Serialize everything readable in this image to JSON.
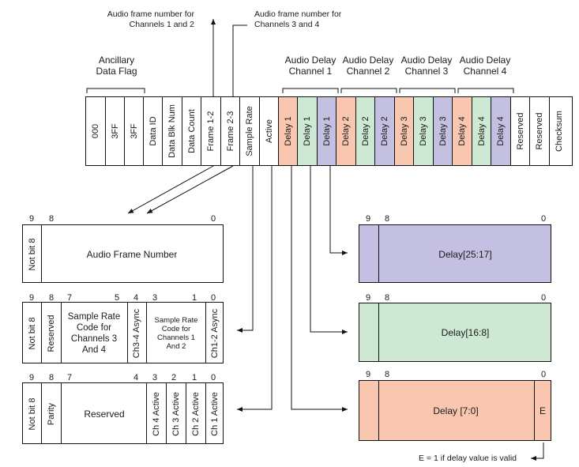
{
  "top_notes": {
    "frame_12": "Audio frame number for\nChannels 1 and 2",
    "frame_23": "Audio frame number for\nChannels 3 and 4"
  },
  "headers": {
    "ancillary": "Ancillary\nData Flag",
    "delay_ch1": "Audio Delay\nChannel 1",
    "delay_ch2": "Audio Delay\nChannel 2",
    "delay_ch3": "Audio Delay\nChannel 3",
    "delay_ch4": "Audio Delay\nChannel 4"
  },
  "packet_words": [
    {
      "label": "000",
      "color": "#ffffff"
    },
    {
      "label": "3FF",
      "color": "#ffffff"
    },
    {
      "label": "3FF",
      "color": "#ffffff"
    },
    {
      "label": "Data ID",
      "color": "#ffffff"
    },
    {
      "label": "Data Blk Num",
      "color": "#ffffff"
    },
    {
      "label": "Data Count",
      "color": "#ffffff"
    },
    {
      "label": "Frame 1-2",
      "color": "#ffffff"
    },
    {
      "label": "Frame 2-3",
      "color": "#ffffff"
    },
    {
      "label": "Sample Rate",
      "color": "#ffffff"
    },
    {
      "label": "Active",
      "color": "#ffffff"
    },
    {
      "label": "Delay 1",
      "color": "#f9c6b0"
    },
    {
      "label": "Delay 1",
      "color": "#cde8d3"
    },
    {
      "label": "Delay 1",
      "color": "#c4c0e2"
    },
    {
      "label": "Delay 2",
      "color": "#f9c6b0"
    },
    {
      "label": "Delay 2",
      "color": "#cde8d3"
    },
    {
      "label": "Delay 2",
      "color": "#c4c0e2"
    },
    {
      "label": "Delay 3",
      "color": "#f9c6b0"
    },
    {
      "label": "Delay 3",
      "color": "#cde8d3"
    },
    {
      "label": "Delay 3",
      "color": "#c4c0e2"
    },
    {
      "label": "Delay 4",
      "color": "#f9c6b0"
    },
    {
      "label": "Delay 4",
      "color": "#cde8d3"
    },
    {
      "label": "Delay 4",
      "color": "#c4c0e2"
    },
    {
      "label": "Reserved",
      "color": "#ffffff"
    },
    {
      "label": "Reserved",
      "color": "#ffffff"
    },
    {
      "label": "Checksum",
      "color": "#ffffff"
    }
  ],
  "frame_word": {
    "bits": [
      "9",
      "8",
      "0"
    ],
    "not_bit8": "Not bit 8",
    "field": "Audio Frame Number"
  },
  "sample_rate_word": {
    "bits": [
      "9",
      "8",
      "7",
      "5",
      "4",
      "3",
      "1",
      "0"
    ],
    "not_bit8": "Not bit 8",
    "reserved": "Reserved",
    "code_34": "Sample Rate\nCode for\nChannels 3\nAnd 4",
    "async_34": "Ch3-4 Async",
    "code_12": "Sample Rate\nCode for\nChannels 1\nAnd 2",
    "async_12": "Ch1-2 Async"
  },
  "active_word": {
    "bits": [
      "9",
      "8",
      "7",
      "4",
      "3",
      "2",
      "1",
      "0"
    ],
    "not_bit8": "Not bit 8",
    "parity": "Parity",
    "reserved": "Reserved",
    "ch4": "Ch 4 Active",
    "ch3": "Ch 3 Active",
    "ch2": "Ch 2 Active",
    "ch1": "Ch 1 Active"
  },
  "delay_words": [
    {
      "bits": [
        "9",
        "8",
        "0"
      ],
      "field": "Delay[25:17]",
      "color": "#c4c0e2"
    },
    {
      "bits": [
        "9",
        "8",
        "0"
      ],
      "field": "Delay[16:8]",
      "color": "#cde8d3"
    },
    {
      "bits": [
        "9",
        "8",
        "0"
      ],
      "field": "Delay [7:0]",
      "e": "E",
      "color": "#f9c6b0"
    }
  ],
  "footnote": "E = 1 if delay value is valid"
}
